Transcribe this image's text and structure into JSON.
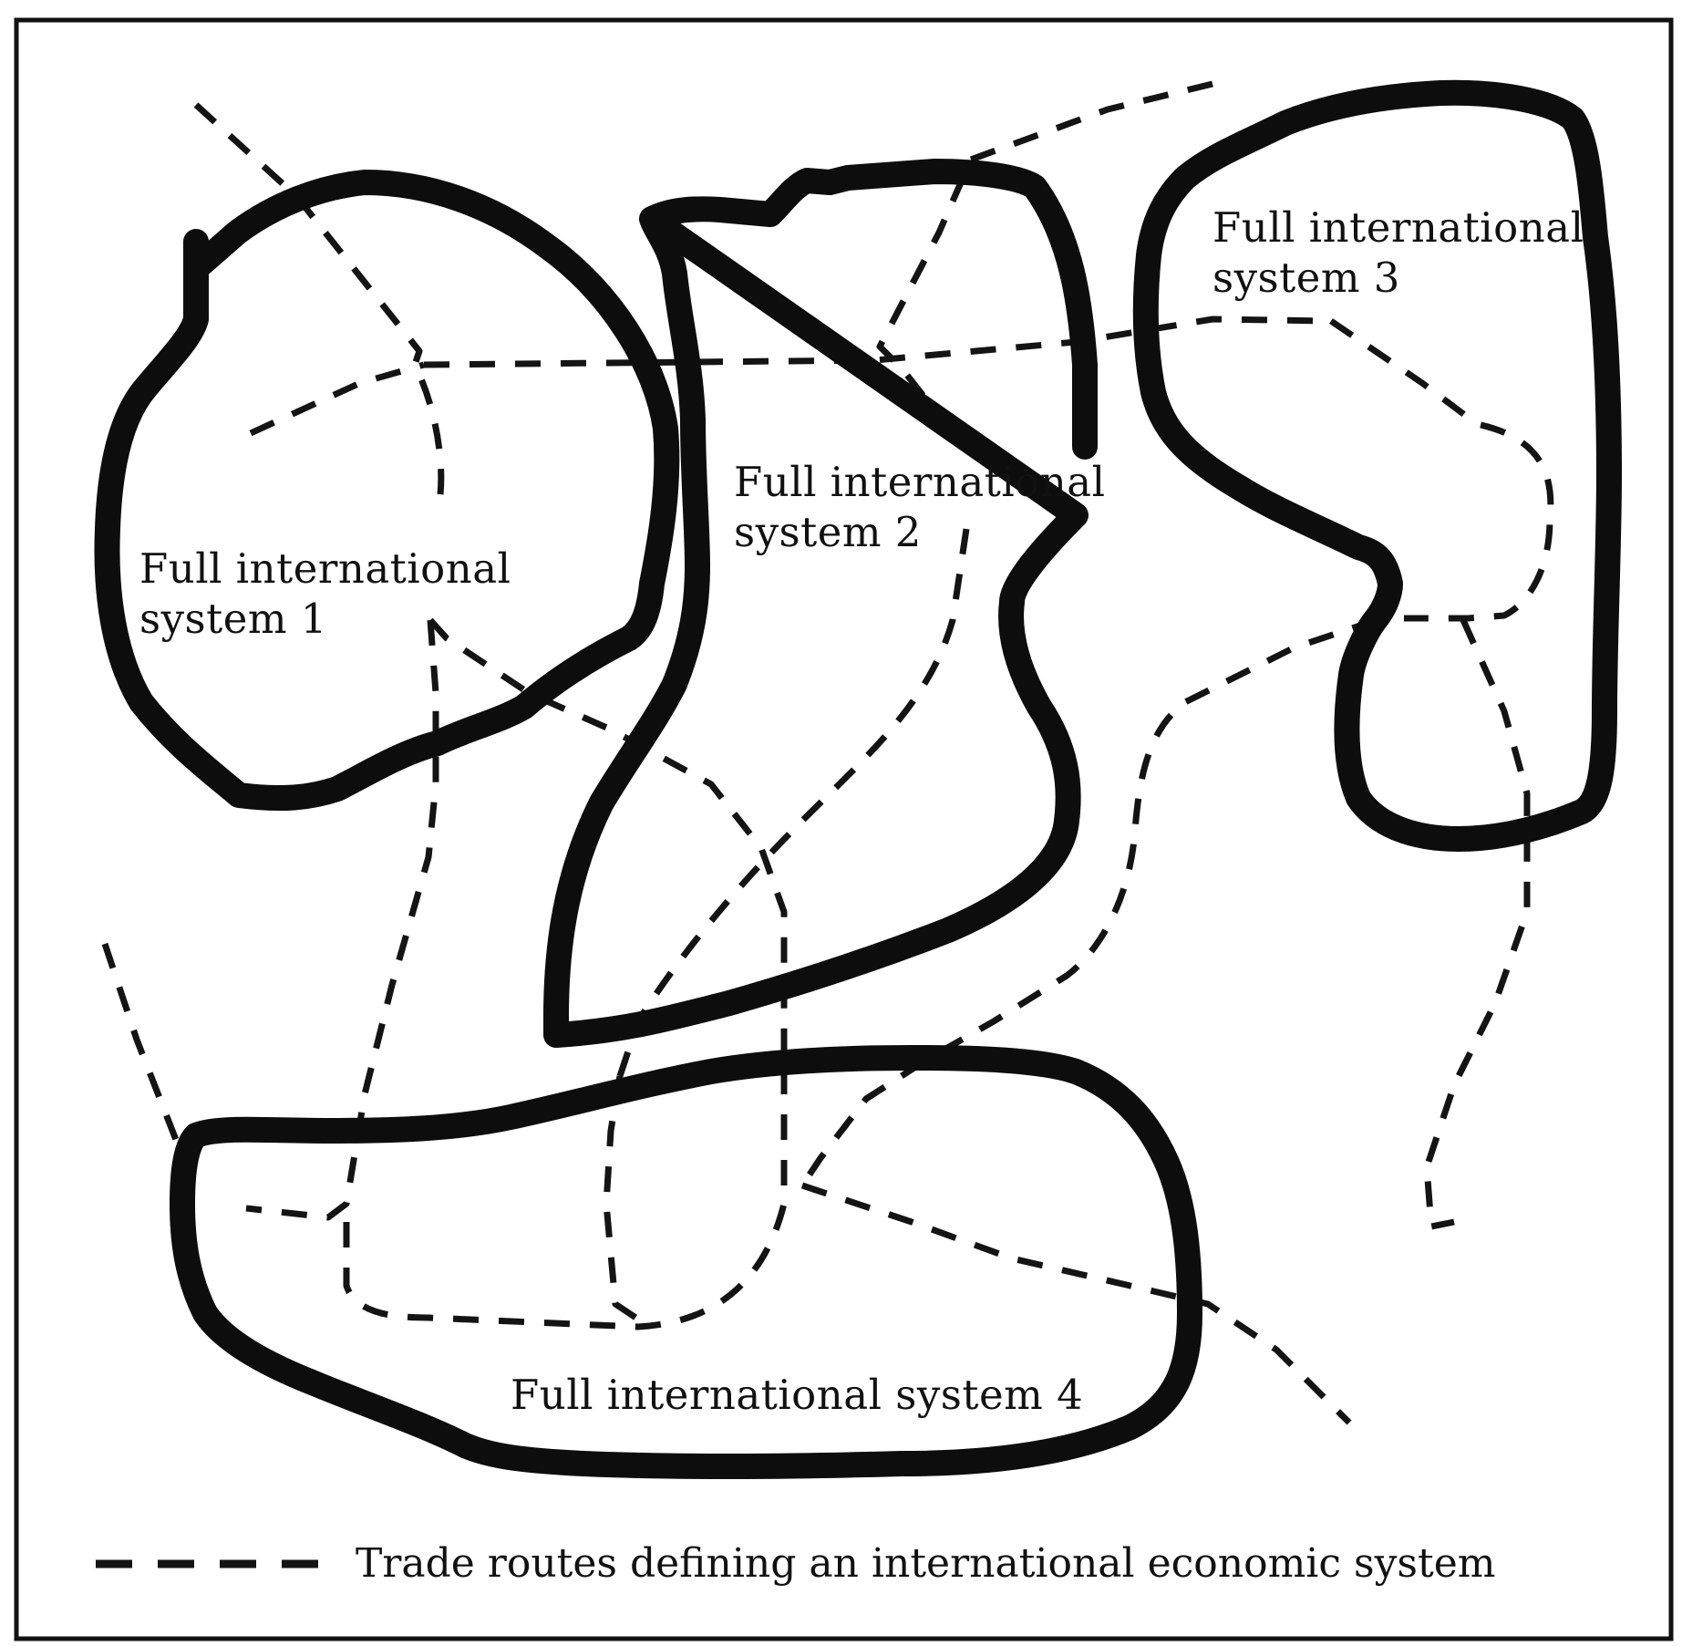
{
  "systems": [
    {
      "id": "system-1",
      "line1": "Full international",
      "line2": "system 1"
    },
    {
      "id": "system-2",
      "line1": "Full international",
      "line2": "system 2"
    },
    {
      "id": "system-3",
      "line1": "Full international",
      "line2": "system 3"
    },
    {
      "id": "system-4",
      "line1": "Full international system 4"
    }
  ],
  "legend": {
    "label": "Trade routes defining an international economic system",
    "symbol": "dashed-line"
  },
  "colors": {
    "ink": "#111111",
    "background": "#ffffff"
  }
}
